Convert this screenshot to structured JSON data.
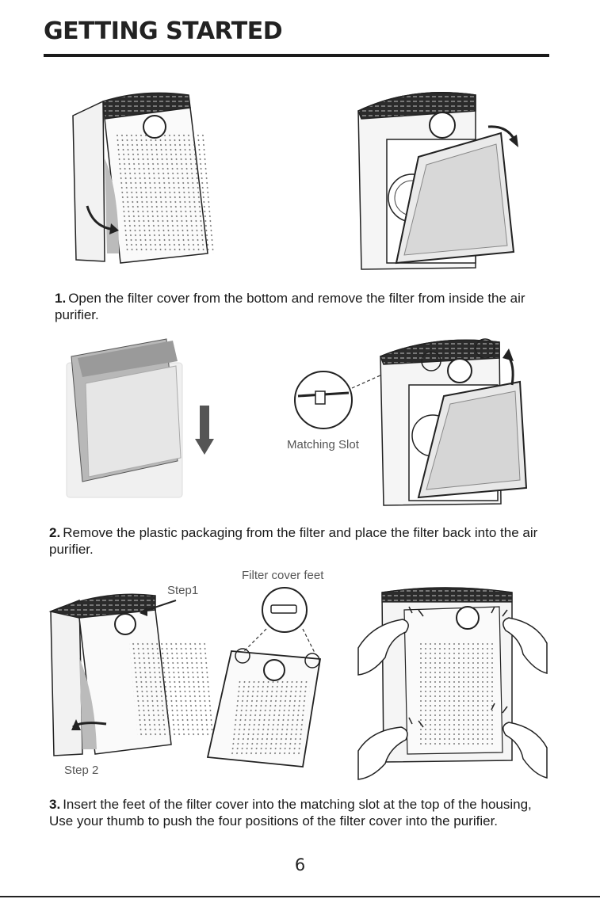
{
  "header": {
    "title": "GETTING STARTED"
  },
  "steps": [
    {
      "num": "1.",
      "text": "Open the filter cover from the bottom and remove the filter from inside the air purifier."
    },
    {
      "num": "2.",
      "text": "Remove the plastic packaging from the filter and place the filter back into the air purifier."
    },
    {
      "num": "3.",
      "text": "Insert the feet of the filter cover into the matching slot at the top of the housing, Use your thumb to push the four positions of the filter cover into the purifier."
    }
  ],
  "callouts": {
    "matching_slot": "Matching Slot",
    "filter_cover_feet": "Filter cover feet",
    "step1": "Step1",
    "step2": "Step 2"
  },
  "footer": {
    "page_number": "6"
  }
}
